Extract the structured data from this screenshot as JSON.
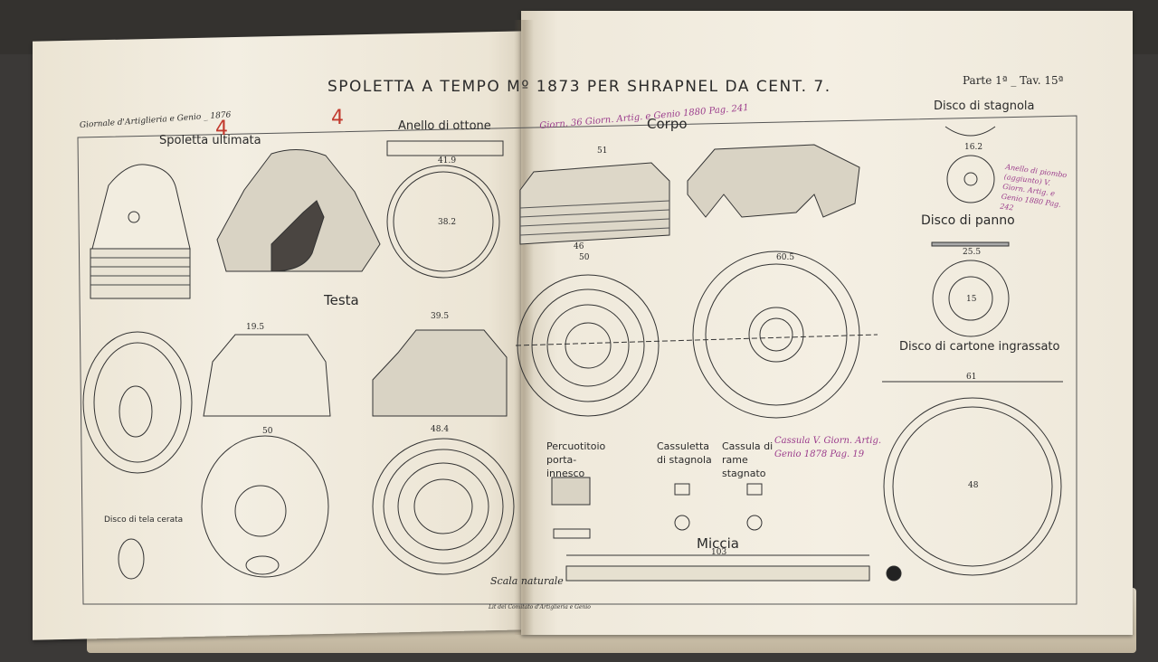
{
  "plate": {
    "title": "SPOLETTA A TEMPO Mº 1873 PER SHRAPNEL DA CENT. 7.",
    "plate_number": "Parte 1ª _ Tav. 15ª",
    "journal": "Giornale d'Artiglieria e Genio _ 1876",
    "printer": "Lit del Comitato d'Artiglieria e Genio",
    "scale": "Scala naturale"
  },
  "sections": {
    "spoletta": "Spoletta ultimata",
    "anello": "Anello di ottone",
    "corpo": "Corpo",
    "testa": "Testa",
    "disco_stagnola": "Disco di stagnola",
    "disco_panno": "Disco di panno",
    "disco_cartone": "Disco di cartone ingrassato",
    "disco_tela": "Disco di tela cerata",
    "percuotitoio": "Percuotitoio porta-innesco",
    "cassuletta_stagnola": "Cassuletta di stagnola",
    "cassula_rame": "Cassula di rame stagnato",
    "miccia": "Miccia"
  },
  "handwritten": {
    "note_corpo": "Giorn. 36 Giorn. Artig. e Genio 1880 Pag. 241",
    "note_disco": "Anello di piombo (aggiunto) V. Giorn. Artig. e Genio 1880 Pag. 242",
    "note_cassula": "Cassula V. Giorn. Artig. Genio 1878 Pag. 19",
    "mark_1": "4",
    "mark_2": "4"
  },
  "dimensions": {
    "d_41_9": "41.9",
    "d_38_2": "38.2",
    "d_51": "51",
    "d_46": "46",
    "d_50": "50",
    "d_60_5": "60.5",
    "d_16_2": "16.2",
    "d_25_5": "25.5",
    "d_15": "15",
    "d_61": "61",
    "d_48": "48",
    "d_103": "103",
    "d_50b": "50",
    "d_48_4": "48.4",
    "d_39_5": "39.5",
    "d_19_5": "19.5"
  }
}
